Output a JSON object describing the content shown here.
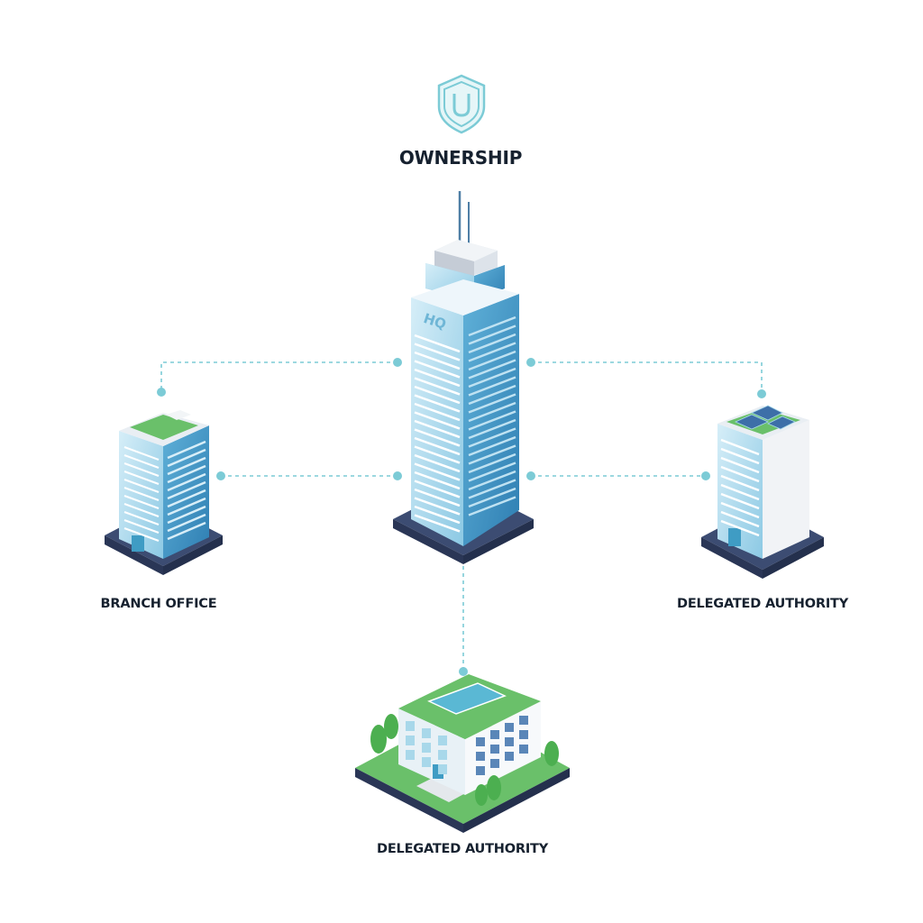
{
  "diagram": {
    "title": "OWNERSHIP",
    "hq_sign": "HQ",
    "nodes": {
      "left": {
        "label": "BRANCH OFFICE"
      },
      "right": {
        "label": "DELEGATED AUTHORITY"
      },
      "bottom": {
        "label": "DELEGATED AUTHORITY"
      }
    }
  },
  "colors": {
    "connector": "#7ccbd6",
    "glass": "#a8d8ea",
    "glass_dark": "#3f9cc4",
    "base": "#3c4c72",
    "roof_green": "#6ac06a",
    "accent": "#5ab8d4"
  },
  "icons": {
    "title_icon": "shield-icon"
  }
}
